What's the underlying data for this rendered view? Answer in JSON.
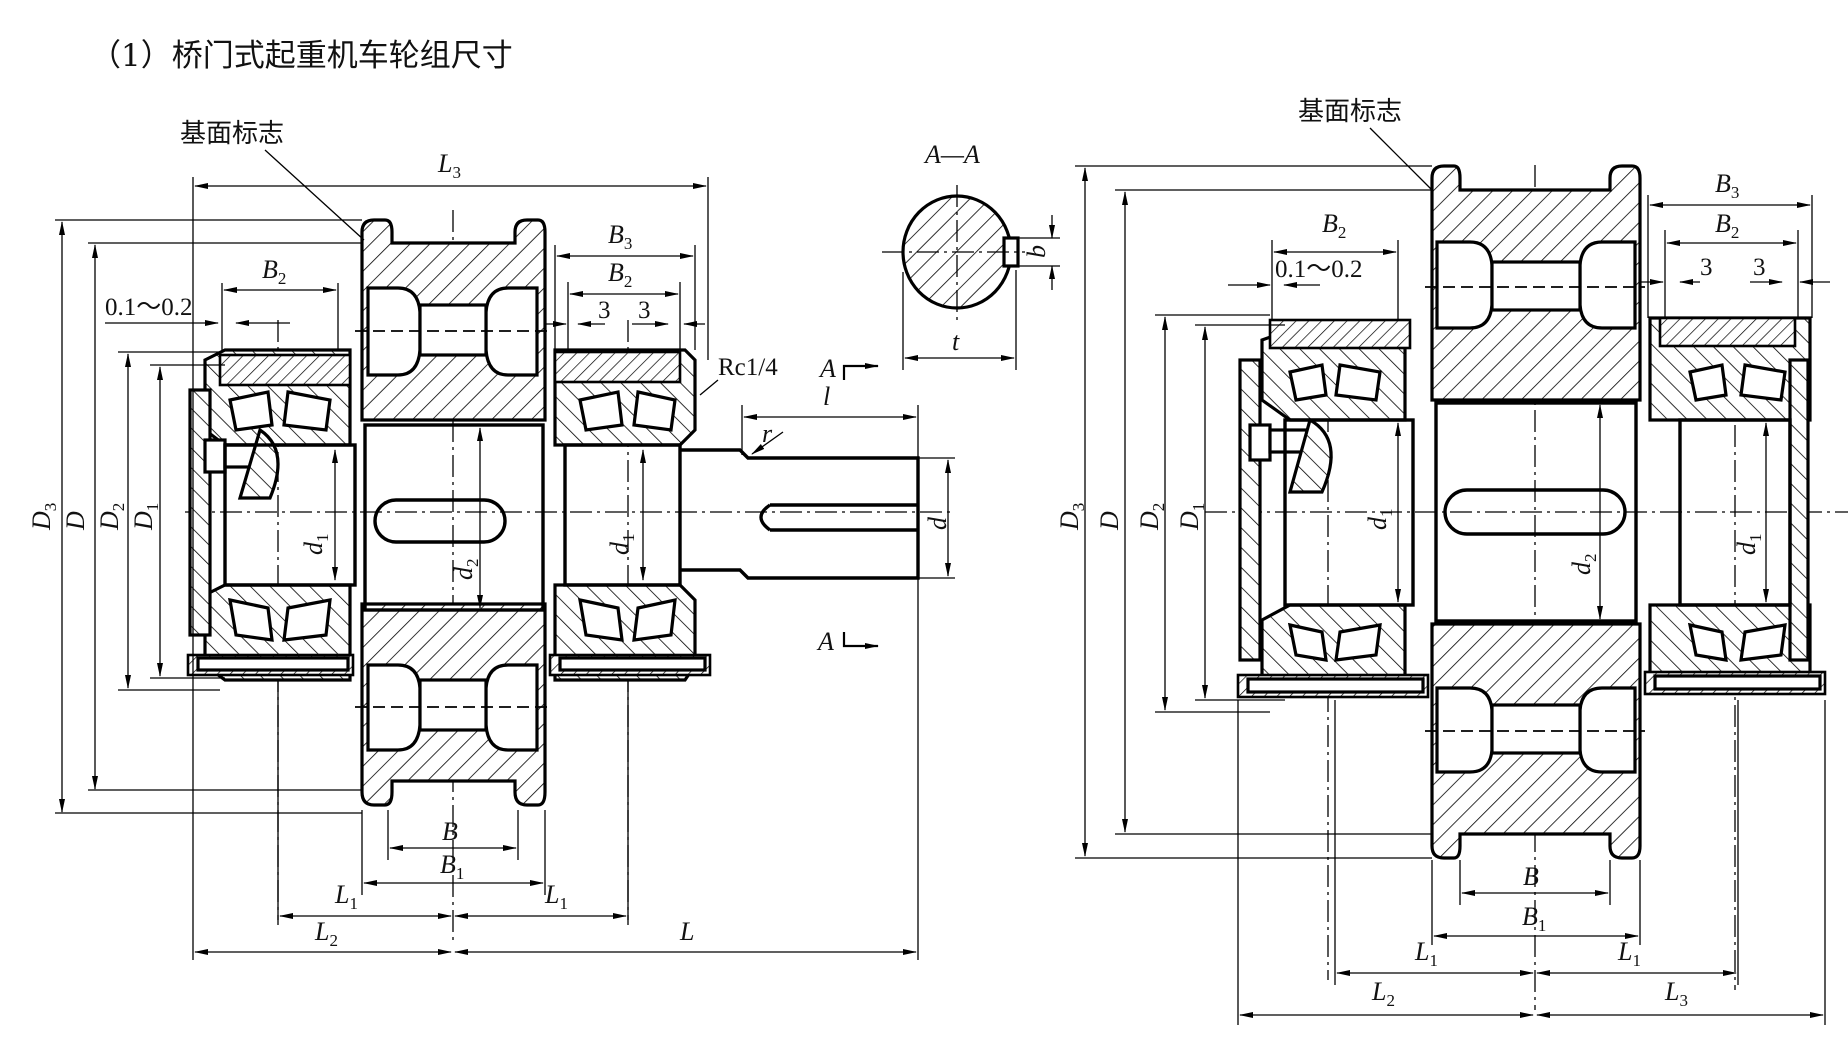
{
  "title": "（1）桥门式起重机车轮组尺寸",
  "callouts": {
    "datum_mark_left": "基面标志",
    "datum_mark_right": "基面标志",
    "thread": "Rc1/4",
    "section_title": "A—A",
    "section_mark_top": "A",
    "section_mark_bottom": "A",
    "clearance": "0.1～0.2",
    "clearance_right": "0.1～0.2",
    "gap_3_a": "3",
    "gap_3_b": "3",
    "gap_3_c": "3",
    "gap_3_d": "3"
  },
  "left_view": {
    "dims": {
      "L3": "L",
      "L3_sub": "3",
      "B3": "B",
      "B3_sub": "3",
      "B2_left": "B",
      "B2_left_sub": "2",
      "B2_right": "B",
      "B2_right_sub": "2",
      "D3": "D",
      "D3_sub": "3",
      "D": "D",
      "D2": "D",
      "D2_sub": "2",
      "D1": "D",
      "D1_sub": "1",
      "d1_left": "d",
      "d1_left_sub": "1",
      "d2": "d",
      "d2_sub": "2",
      "d1_right": "d",
      "d1_right_sub": "1",
      "d": "d",
      "l": "l",
      "r": "r",
      "B": "B",
      "B1": "B",
      "B1_sub": "1",
      "L1_left": "L",
      "L1_left_sub": "1",
      "L1_right": "L",
      "L1_right_sub": "1",
      "L2": "L",
      "L2_sub": "2",
      "L": "L"
    }
  },
  "section_view": {
    "dims": {
      "b": "b",
      "t": "t"
    }
  },
  "right_view": {
    "dims": {
      "B3": "B",
      "B3_sub": "3",
      "B2_left": "B",
      "B2_left_sub": "2",
      "B2_right": "B",
      "B2_right_sub": "2",
      "D3": "D",
      "D3_sub": "3",
      "D": "D",
      "D2": "D",
      "D2_sub": "2",
      "D1": "D",
      "D1_sub": "1",
      "d1_left": "d",
      "d1_left_sub": "1",
      "d2": "d",
      "d2_sub": "2",
      "d1_right": "d",
      "d1_right_sub": "1",
      "B": "B",
      "B1": "B",
      "B1_sub": "1",
      "L1_left": "L",
      "L1_left_sub": "1",
      "L1_right": "L",
      "L1_right_sub": "1",
      "L2": "L",
      "L2_sub": "2",
      "L3": "L",
      "L3_sub": "3"
    }
  }
}
